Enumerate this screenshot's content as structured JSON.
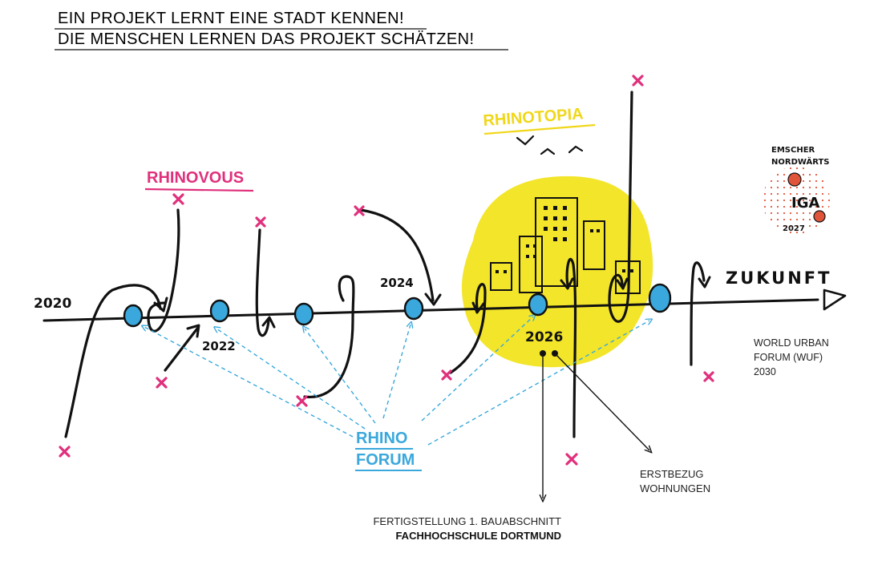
{
  "header": {
    "line1": "EIN PROJEKT LERNT EINE STADT KENNEN!",
    "line2": "DIE MENSCHEN LERNEN DAS PROJEKT SCHÄTZEN!"
  },
  "timeline": {
    "start_label": "2020",
    "label_2022": "2022",
    "label_2024": "2024",
    "label_2026": "2026",
    "end_label": "ZUKUNFT"
  },
  "labels": {
    "rhinovous": "RHINOVOUS",
    "rhinotopia": "RHINOTOPIA",
    "rhino_forum_line1": "RHINO",
    "rhino_forum_line2": "FORUM",
    "wuf_line1": "WORLD URBAN",
    "wuf_line2": "FORUM (WUF)",
    "wuf_line3": "2030",
    "erstbezug_line1": "ERSTBEZUG",
    "erstbezug_line2": "WOHNUNGEN",
    "fertig_line1": "FERTIGSTELLUNG 1. BAUABSCHNITT",
    "fertig_line2": "FACHHOCHSCHULE DORTMUND"
  },
  "iga_badge": {
    "top_line1": "EMSCHER",
    "top_line2": "NORDWÄRTS",
    "middle": "IGA",
    "bottom": "2027"
  },
  "colors": {
    "magenta": "#e0307c",
    "cyan": "#3aa8dc",
    "yellow": "#f2e52a",
    "ink": "#111111",
    "dot_red": "#e0553a"
  },
  "icons": [
    "cross-marker-icon",
    "arrow-icon",
    "bird-icon",
    "city-skyline-icon",
    "triangle-end-icon"
  ]
}
